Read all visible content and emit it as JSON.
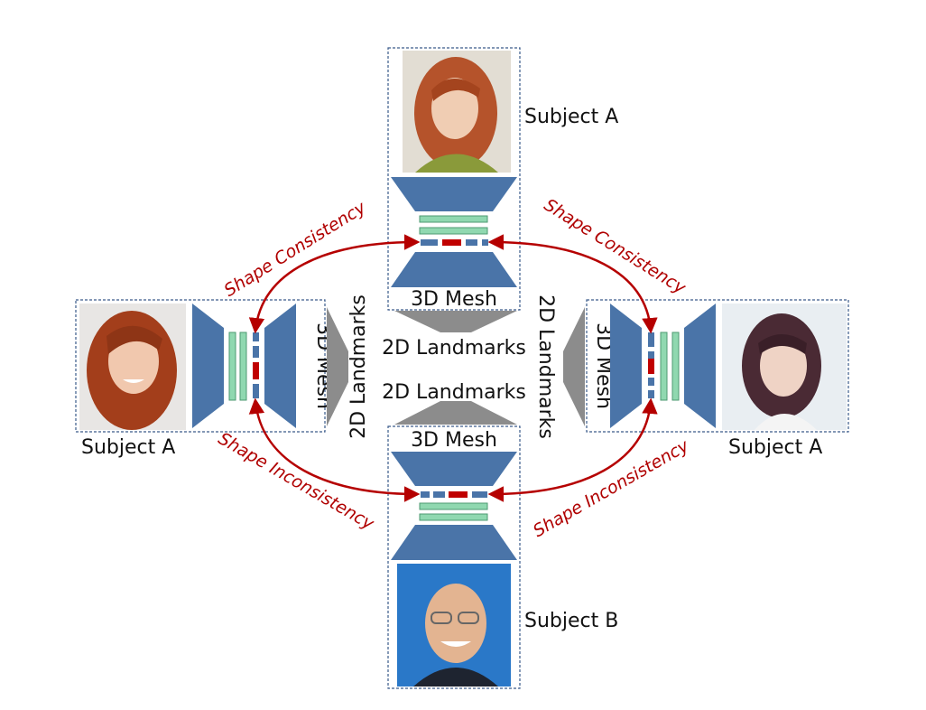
{
  "colors": {
    "block": "#4a74a8",
    "bar_green": "#90d8b0",
    "bar_green_stroke": "#4e9a72",
    "code_red": "#c00000",
    "arrow_red": "#b50000",
    "funnel_gray": "#8c8c8c",
    "frame_dash": "#3a5a8a"
  },
  "labels": {
    "top": {
      "subject": "Subject A",
      "mesh": "3D Mesh",
      "photo": "red-haired-woman-photo"
    },
    "left": {
      "subject": "Subject A",
      "mesh": "3D Mesh",
      "landmarks": "2D Landmarks",
      "photo": "red-haired-woman-smiling-photo"
    },
    "right": {
      "subject": "Subject A",
      "mesh": "3D Mesh",
      "landmarks": "2D Landmarks",
      "photo": "dark-haired-woman-photo"
    },
    "bottom": {
      "subject": "Subject B",
      "mesh": "3D Mesh",
      "photo": "bald-man-with-glasses-photo"
    },
    "center_top": "2D Landmarks",
    "center_bottom": "2D Landmarks",
    "arcs": {
      "top_left": "Shape Consistency",
      "top_right": "Shape Consistency",
      "bottom_left": "Shape Inconsistency",
      "bottom_right": "Shape Inconsistency"
    }
  }
}
